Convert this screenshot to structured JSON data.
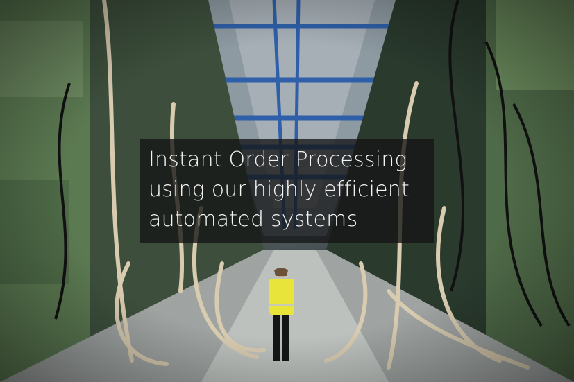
{
  "caption": {
    "lines": [
      "Instant Order Processing",
      "using our highly efficient",
      "automated systems"
    ]
  },
  "palette": {
    "machine_green": "#5c7a52",
    "ceiling": "#8e9aa2",
    "rails": "#2f5fa8",
    "cables": "#d8cbb0",
    "vest": "#e8e43a"
  }
}
